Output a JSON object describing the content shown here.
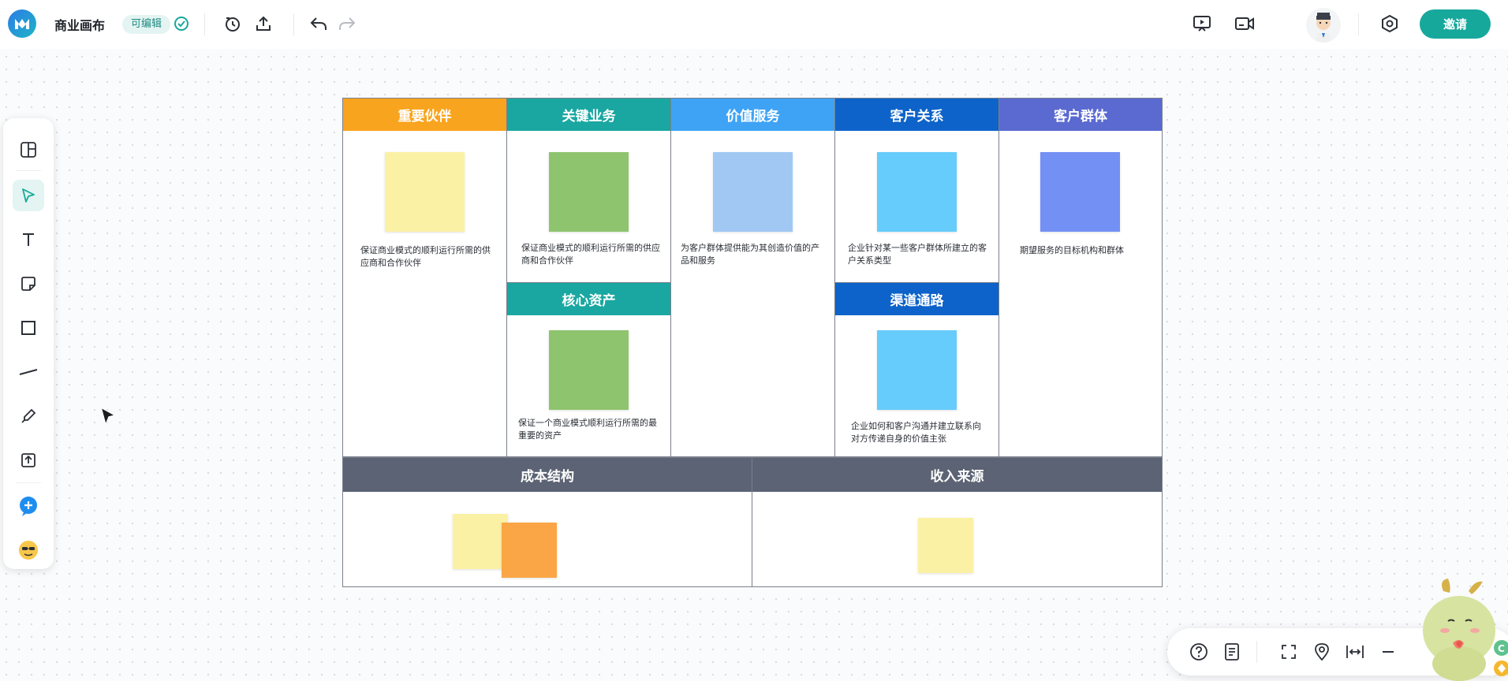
{
  "topbar": {
    "title": "商业画布",
    "editable_badge": "可编辑",
    "invite_label": "邀请",
    "icons": [
      "logo-icon",
      "saved-check-icon",
      "history-icon",
      "share-upload-icon",
      "undo-icon",
      "redo-icon",
      "present-icon",
      "video-icon",
      "settings-icon"
    ]
  },
  "left_toolbar": {
    "tools": [
      "templates",
      "select",
      "text",
      "sticky-note",
      "rectangle",
      "line",
      "pen",
      "upload",
      "add",
      "emoji"
    ],
    "active": "select"
  },
  "canvas": {
    "sections": {
      "partners": {
        "title": "重要伙伴",
        "desc": "保证商业模式的顺利运行所需的供应商和合作伙伴",
        "header_color": "#f9a41e",
        "note_color": "#fbf1a5"
      },
      "activities": {
        "title": "关键业务",
        "desc": "保证商业模式的顺利运行所需的供应商和合作伙伴",
        "header_color": "#1aa7a1",
        "note_color": "#8fc46e"
      },
      "resources": {
        "title": "核心资产",
        "desc": "保证一个商业模式顺利运行所需的最重要的资产",
        "header_color": "#1aa7a1",
        "note_color": "#8fc46e"
      },
      "value": {
        "title": "价值服务",
        "desc": "为客户群体提供能为其创造价值的产品和服务",
        "header_color": "#3fa3f5",
        "note_color": "#a0c8f3"
      },
      "relationships": {
        "title": "客户关系",
        "desc": "企业针对某一些客户群体所建立的客户关系类型",
        "header_color": "#0d63c9",
        "note_color": "#66ccfb"
      },
      "channels": {
        "title": "渠道通路",
        "desc": "企业如何和客户沟通并建立联系向对方传递自身的价值主张",
        "header_color": "#0d63c9",
        "note_color": "#66ccfb"
      },
      "segments": {
        "title": "客户群体",
        "desc": "期望服务的目标机构和群体",
        "header_color": "#5a6ad1",
        "note_color": "#7390f5"
      },
      "costs": {
        "title": "成本结构",
        "header_color": "#5b6374",
        "note_colors": [
          "#fbf1a5",
          "#fba646"
        ]
      },
      "revenue": {
        "title": "收入来源",
        "header_color": "#5b6374",
        "note_colors": [
          "#fbf1a5"
        ]
      }
    }
  },
  "bottom_bar": {
    "icons": [
      "help-icon",
      "notes-icon",
      "fullscreen-icon",
      "location-icon",
      "fit-width-icon",
      "zoom-out-icon"
    ]
  }
}
